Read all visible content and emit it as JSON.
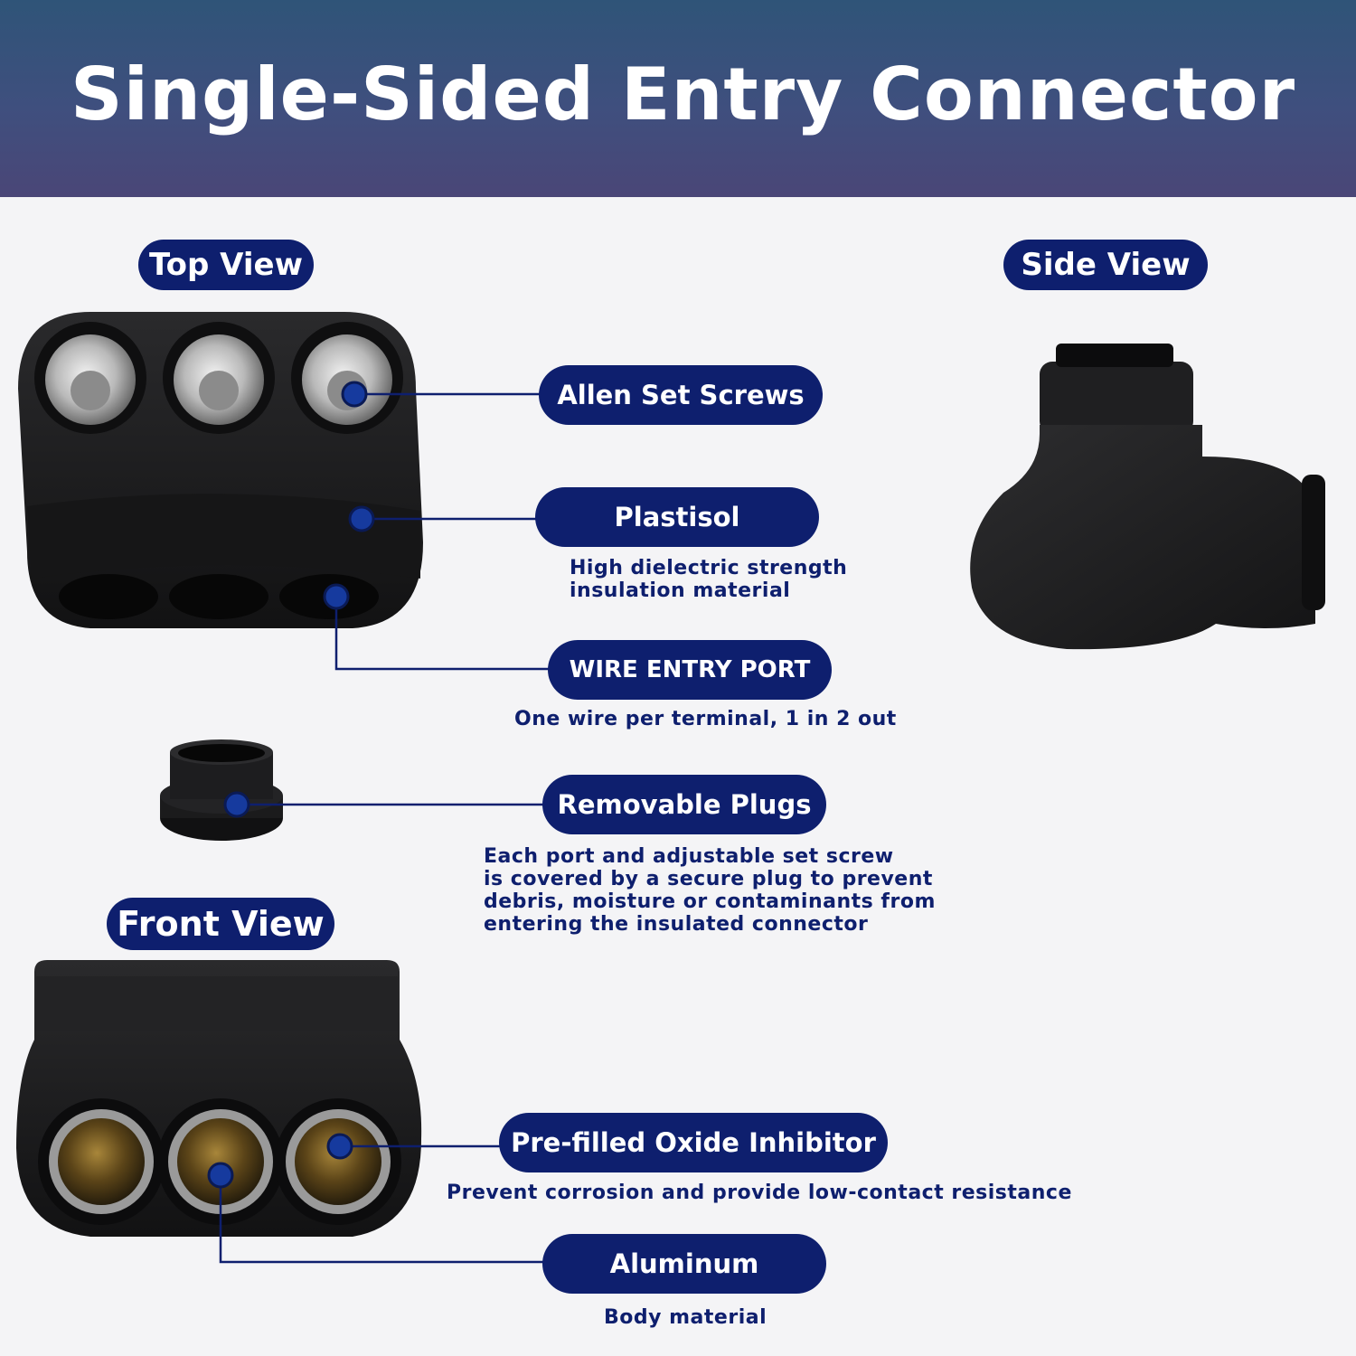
{
  "title": "Single-Sided Entry Connector",
  "views": {
    "top": "Top View",
    "side": "Side View",
    "front": "Front View"
  },
  "callouts": {
    "allen": {
      "label": "Allen Set Screws"
    },
    "plastisol": {
      "label": "Plastisol",
      "desc": [
        "High dielectric strength",
        "insulation material"
      ]
    },
    "wire_port": {
      "label": "WIRE ENTRY PORT",
      "desc": [
        "One wire per terminal, 1 in 2 out"
      ]
    },
    "plugs": {
      "label": "Removable Plugs",
      "desc": [
        "Each port and adjustable set screw",
        "is covered by a secure plug to prevent",
        "debris, moisture or contaminants from",
        "entering the insulated connector"
      ]
    },
    "oxide": {
      "label": "Pre-filled Oxide Inhibitor",
      "desc": [
        "Prevent corrosion and provide low-contact resistance"
      ]
    },
    "aluminum": {
      "label": "Aluminum",
      "desc": [
        "Body material"
      ]
    }
  },
  "colors": {
    "navy": "#0e1f6e",
    "marker": "#163a9e",
    "body": "#1c1c1e"
  },
  "icons": [
    "connector-top-view-image",
    "connector-side-view-image",
    "connector-front-view-image",
    "removable-plug-image",
    "callout-dot-icon"
  ]
}
